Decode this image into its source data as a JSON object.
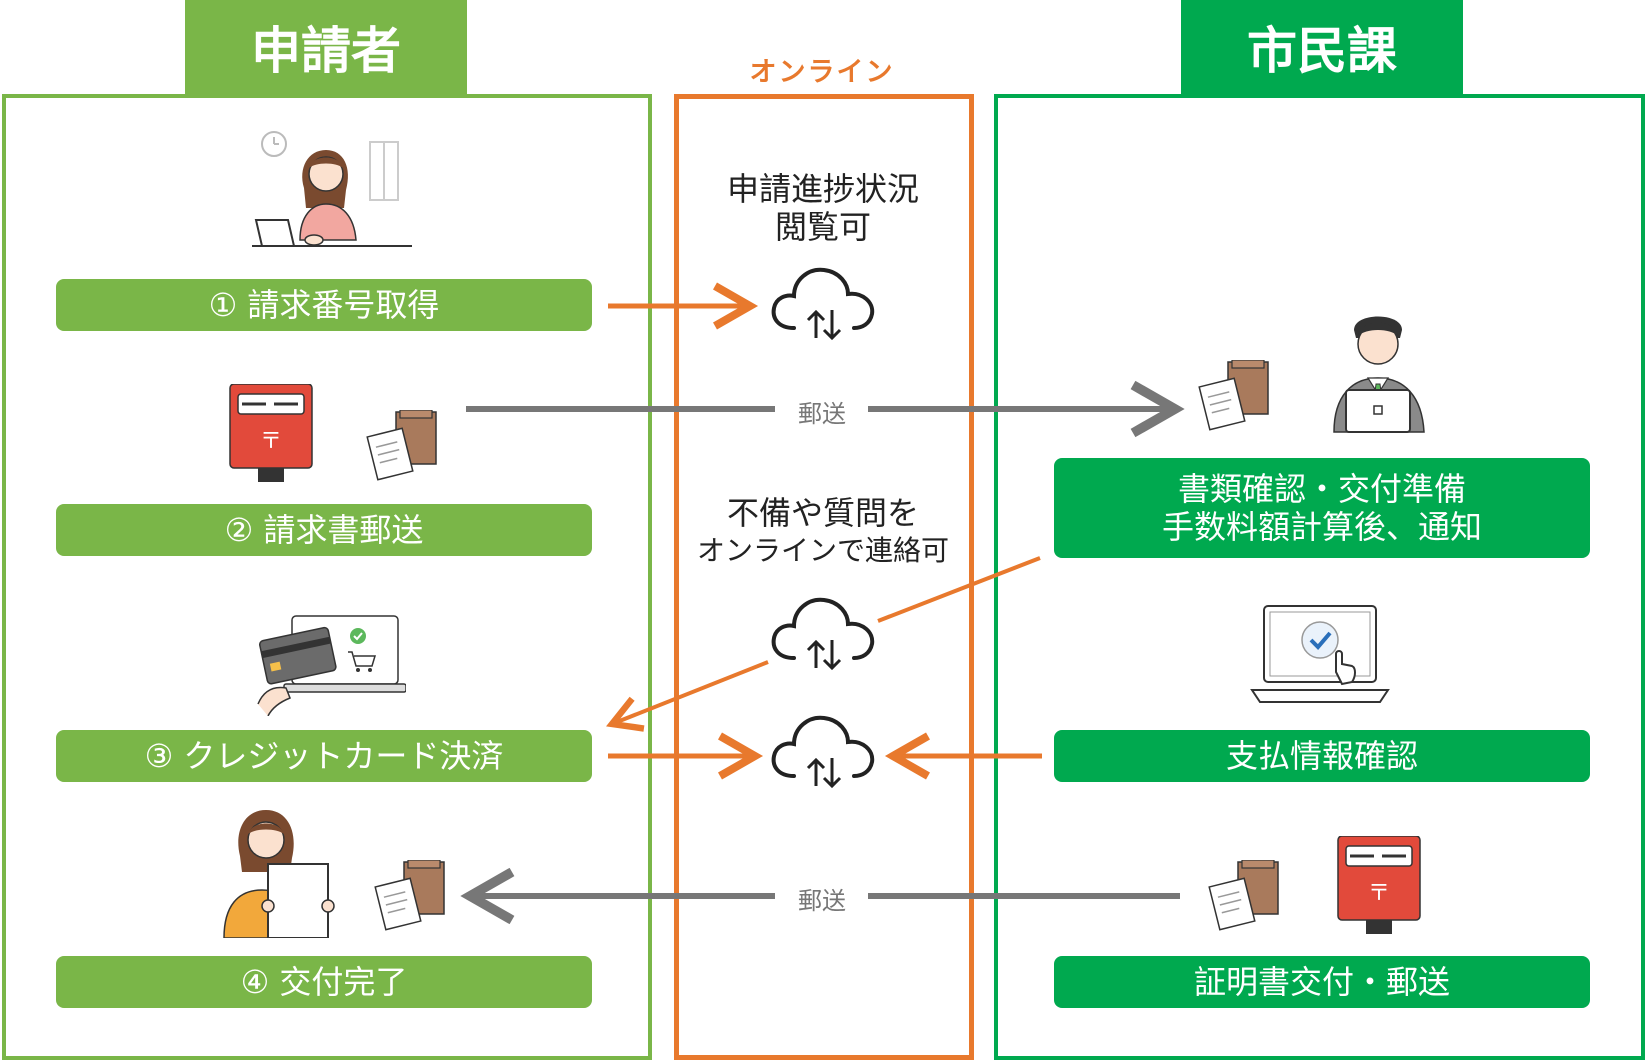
{
  "columns": {
    "applicant": {
      "title": "申請者",
      "color": "#7ab648"
    },
    "online": {
      "title": "オンライン",
      "color": "#e8792d"
    },
    "office": {
      "title": "市民課",
      "color": "#00a94f"
    }
  },
  "applicant_steps": [
    {
      "label": "① 請求番号取得"
    },
    {
      "label": "② 請求書郵送"
    },
    {
      "label": "③ クレジットカード決済"
    },
    {
      "label": "④ 交付完了"
    }
  ],
  "office_steps": [
    {
      "line1": "書類確認・交付準備",
      "line2": "手数料額計算後、通知"
    },
    {
      "label": "支払情報確認"
    },
    {
      "label": "証明書交付・郵送"
    }
  ],
  "online_notes": {
    "progress_line1": "申請進捗状況",
    "progress_line2": "閲覧可",
    "inquiry_line1": "不備や質問を",
    "inquiry_line2": "オンラインで連絡可"
  },
  "mail_labels": {
    "outbound": "郵送",
    "return": "郵送"
  },
  "icons": [
    "woman-laptop-icon",
    "postbox-icon",
    "envelope-documents-icon",
    "credit-card-payment-icon",
    "woman-certificate-icon",
    "cloud-sync-icon",
    "clerk-laptop-icon",
    "laptop-check-icon"
  ]
}
